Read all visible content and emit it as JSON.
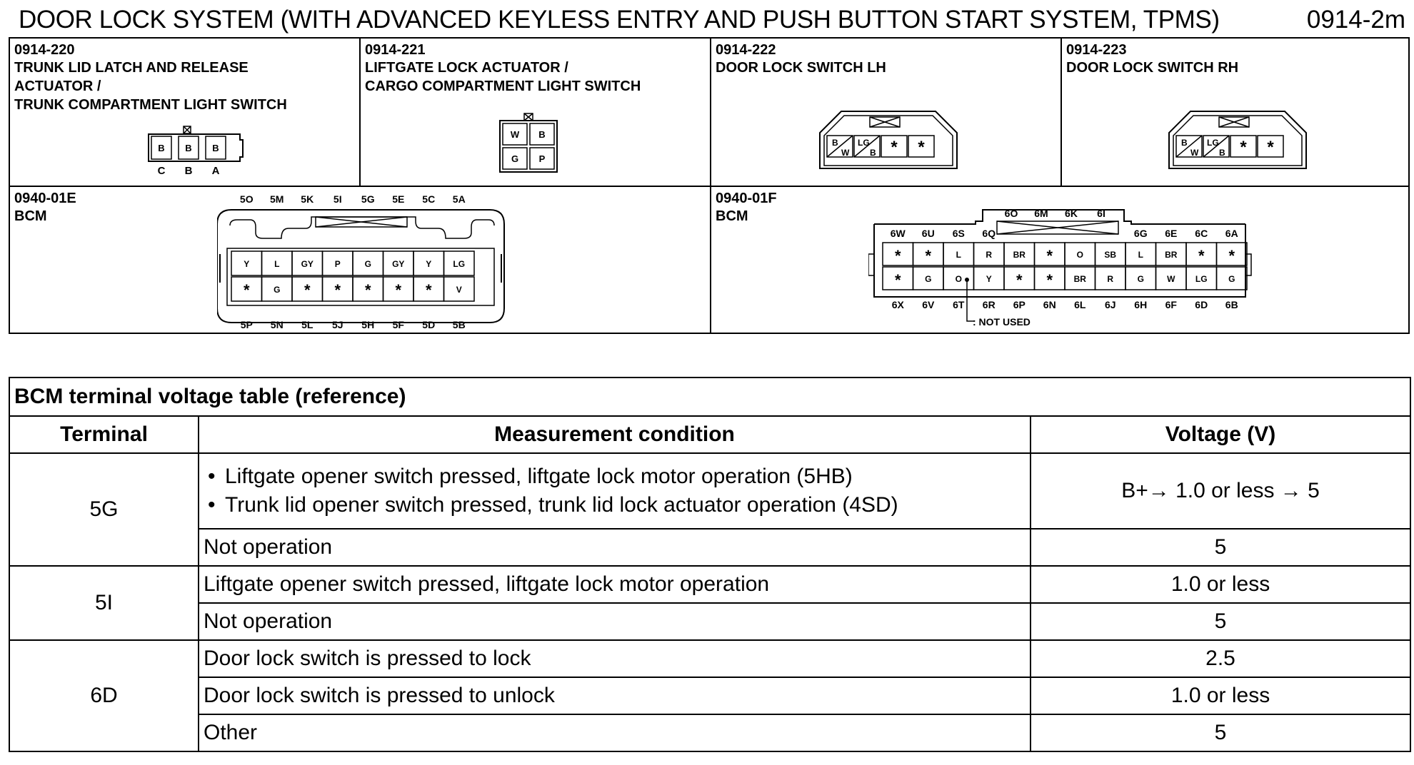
{
  "header": {
    "title": "DOOR LOCK SYSTEM (WITH ADVANCED KEYLESS ENTRY AND PUSH BUTTON START SYSTEM, TPMS)",
    "page_number": "0914-2m"
  },
  "connectors": {
    "c220": {
      "code": "0914-220",
      "name": "TRUNK LID LATCH AND RELEASE\nACTUATOR /\nTRUNK COMPARTMENT LIGHT SWITCH",
      "wires": [
        "B",
        "B",
        "B"
      ],
      "pins": [
        "C",
        "B",
        "A"
      ]
    },
    "c221": {
      "code": "0914-221",
      "name": "LIFTGATE LOCK ACTUATOR /\nCARGO COMPARTMENT LIGHT SWITCH",
      "wires": [
        "W",
        "B",
        "G",
        "P"
      ]
    },
    "c222": {
      "code": "0914-222",
      "name": "DOOR LOCK SWITCH LH",
      "wires": [
        "B",
        "W",
        "LG",
        "B",
        "*",
        "*"
      ]
    },
    "c223": {
      "code": "0914-223",
      "name": "DOOR LOCK SWITCH RH",
      "wires": [
        "B",
        "W",
        "LG",
        "B",
        "*",
        "*"
      ]
    },
    "bcm_e": {
      "code": "0940-01E",
      "name": "BCM",
      "top_pins": [
        "5O",
        "5M",
        "5K",
        "5I",
        "5G",
        "5E",
        "5C",
        "5A"
      ],
      "row1": [
        "Y",
        "L",
        "GY",
        "P",
        "G",
        "GY",
        "Y",
        "LG"
      ],
      "row2": [
        "*",
        "G",
        "*",
        "*",
        "*",
        "*",
        "*",
        "V"
      ],
      "bottom_pins": [
        "5P",
        "5N",
        "5L",
        "5J",
        "5H",
        "5F",
        "5D",
        "5B"
      ]
    },
    "bcm_f": {
      "code": "0940-01F",
      "name": "BCM",
      "top_pins_upper": [
        "6O",
        "6M",
        "6K",
        "6I"
      ],
      "top_pins_left": [
        "6W",
        "6U",
        "6S",
        "6Q"
      ],
      "top_pins_right": [
        "6G",
        "6E",
        "6C",
        "6A"
      ],
      "row1": [
        "*",
        "*",
        "L",
        "R",
        "BR",
        "*",
        "O",
        "SB",
        "L",
        "BR",
        "*",
        "*"
      ],
      "row2": [
        "*",
        "G",
        "O",
        "Y",
        "*",
        "*",
        "BR",
        "R",
        "G",
        "W",
        "LG",
        "G"
      ],
      "bottom_pins": [
        "6X",
        "6V",
        "6T",
        "6R",
        "6P",
        "6N",
        "6L",
        "6J",
        "6H",
        "6F",
        "6D",
        "6B"
      ],
      "legend": ": NOT USED"
    }
  },
  "voltage_table": {
    "caption": "BCM terminal voltage table (reference)",
    "headers": {
      "terminal": "Terminal",
      "condition": "Measurement condition",
      "voltage": "Voltage (V)"
    },
    "t5g": {
      "terminal": "5G",
      "cond1a": "Liftgate opener switch pressed, liftgate lock motor operation (5HB)",
      "cond1b": "Trunk lid opener switch pressed, trunk lid lock actuator operation (4SD)",
      "v1": "B+→ 1.0 or less → 5",
      "cond2": "Not operation",
      "v2": "5"
    },
    "t5i": {
      "terminal": "5I",
      "cond1": "Liftgate opener switch pressed, liftgate lock motor operation",
      "v1": "1.0 or less",
      "cond2": "Not operation",
      "v2": "5"
    },
    "t6d": {
      "terminal": "6D",
      "cond1": "Door lock switch is pressed to lock",
      "v1": "2.5",
      "cond2": "Door lock switch is pressed to unlock",
      "v2": "1.0 or less",
      "cond3": "Other",
      "v3": "5"
    }
  }
}
